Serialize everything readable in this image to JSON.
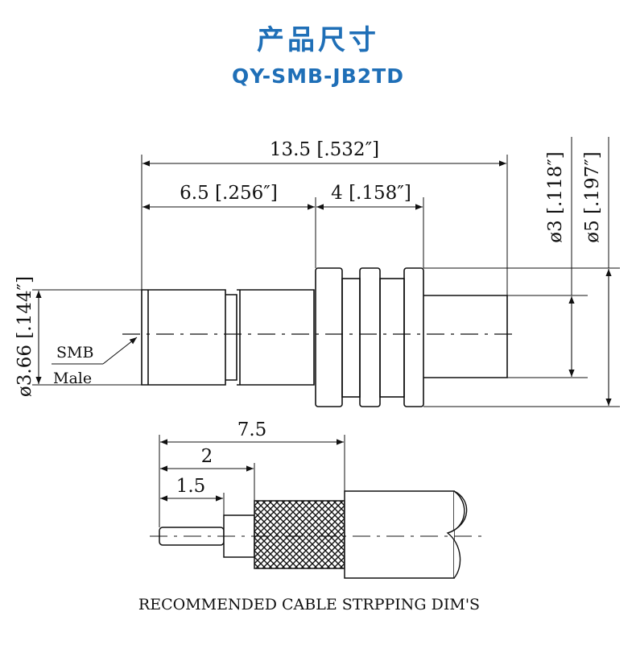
{
  "header": {
    "title": "产品尺寸",
    "model": "QY-SMB-JB2TD"
  },
  "drawing": {
    "dim_total_length": "13.5 [.532″]",
    "dim_body_length": "6.5 [.256″]",
    "dim_nut_length": "4 [.158″]",
    "dim_tail_diameter": "ø3 [.118″]",
    "dim_nut_diameter": "ø5 [.197″]",
    "dim_body_diameter": "ø3.66 [.144″]",
    "callout_line1": "SMB",
    "callout_line2": "Male"
  },
  "cable": {
    "dim_strip_total": "7.5",
    "dim_strip_dielectric": "2",
    "dim_strip_pin": "1.5",
    "caption": "RECOMMENDED CABLE STRPPING DIM'S"
  },
  "colors": {
    "title": "#1f6fb7",
    "line": "#111111"
  }
}
